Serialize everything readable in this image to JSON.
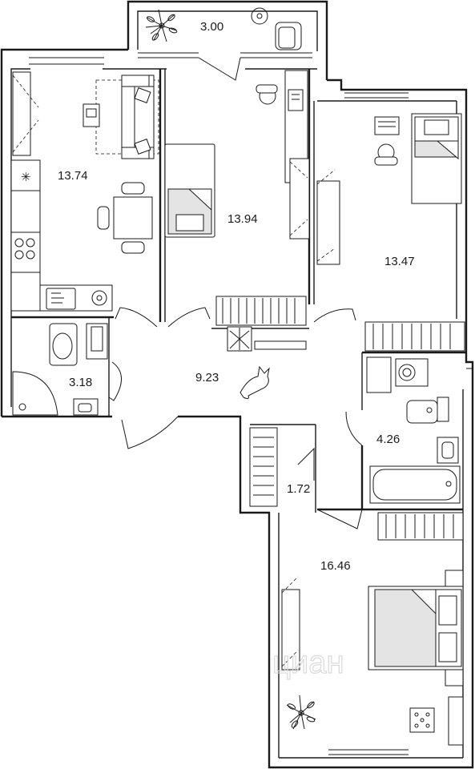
{
  "rooms": [
    {
      "id": "balcony",
      "area": "3.00"
    },
    {
      "id": "kitchen-living",
      "area": "13.74"
    },
    {
      "id": "bedroom-1",
      "area": "13.94"
    },
    {
      "id": "bedroom-2",
      "area": "13.47"
    },
    {
      "id": "bathroom-1",
      "area": "3.18"
    },
    {
      "id": "hallway",
      "area": "9.23"
    },
    {
      "id": "bathroom-2",
      "area": "4.26"
    },
    {
      "id": "closet",
      "area": "1.72"
    },
    {
      "id": "bedroom-3",
      "area": "16.46"
    }
  ],
  "watermark": "циан"
}
